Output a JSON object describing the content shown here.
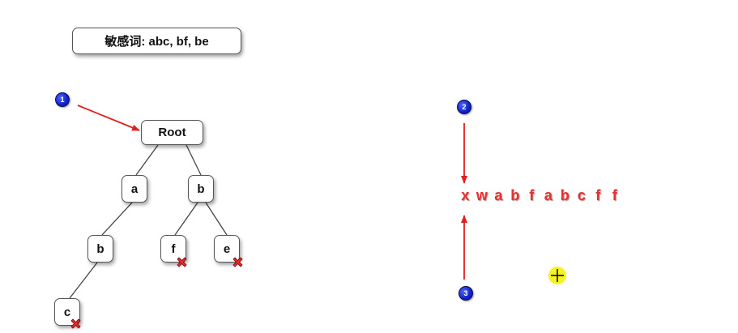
{
  "sensitive_words_label": "敏感词: abc, bf, be",
  "tree": {
    "root": "Root",
    "nodes": {
      "a": "a",
      "b_left": "b",
      "c": "c",
      "b_right": "b",
      "f": "f",
      "e": "e"
    },
    "terminal_markers": [
      "c",
      "f",
      "e"
    ]
  },
  "markers": {
    "m1": "1",
    "m2": "2",
    "m3": "3"
  },
  "input_sequence": [
    "x",
    "w",
    "a",
    "b",
    "f",
    "a",
    "b",
    "c",
    "f",
    "f"
  ],
  "colors": {
    "arrow": "#e02020",
    "sequence_text": "#e53030",
    "marker_fill": "#1a2ee0",
    "cross_fill": "#e03030",
    "cursor_fill": "#f5f000"
  },
  "icons": {
    "terminal": "red-cross-icon",
    "cursor": "yellow-crosshair-cursor-icon"
  }
}
